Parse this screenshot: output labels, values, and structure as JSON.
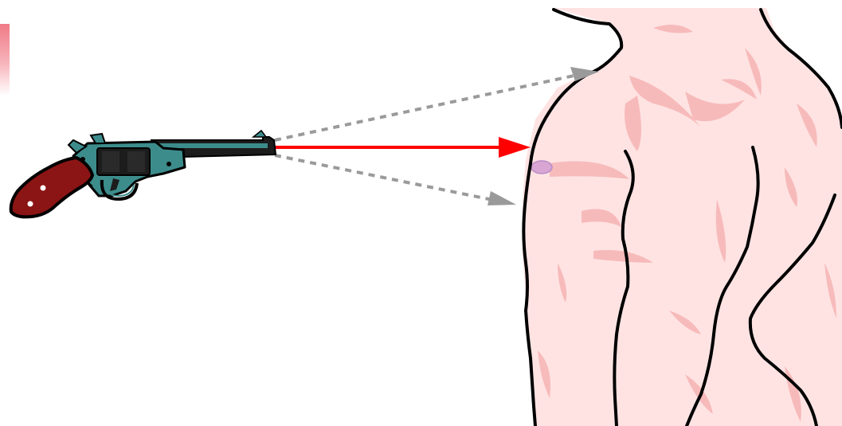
{
  "scene": {
    "background": "#ffffff",
    "corner_tab_color": "#f07a86",
    "revolver": {
      "icon": "revolver-icon",
      "frame_color": "#3d8c8c",
      "barrel_color": "#1c1c1c",
      "grip_color": "#8b1414",
      "grip_dot_color": "#ffffff"
    },
    "torso": {
      "icon": "human-torso-icon",
      "skin_color": "#ffe3e3",
      "shade_color": "#f6b4b4",
      "outline_color": "#000000",
      "nipple_color": "#d9a6d4"
    },
    "trajectories": [
      {
        "kind": "actual",
        "style": "solid",
        "color": "#ff0000",
        "target": "chest"
      },
      {
        "kind": "deflected-up",
        "style": "dashed",
        "color": "#9a9a9a",
        "target": "neck"
      },
      {
        "kind": "deflected-down",
        "style": "dashed",
        "color": "#9a9a9a",
        "target": "abdomen"
      }
    ]
  }
}
